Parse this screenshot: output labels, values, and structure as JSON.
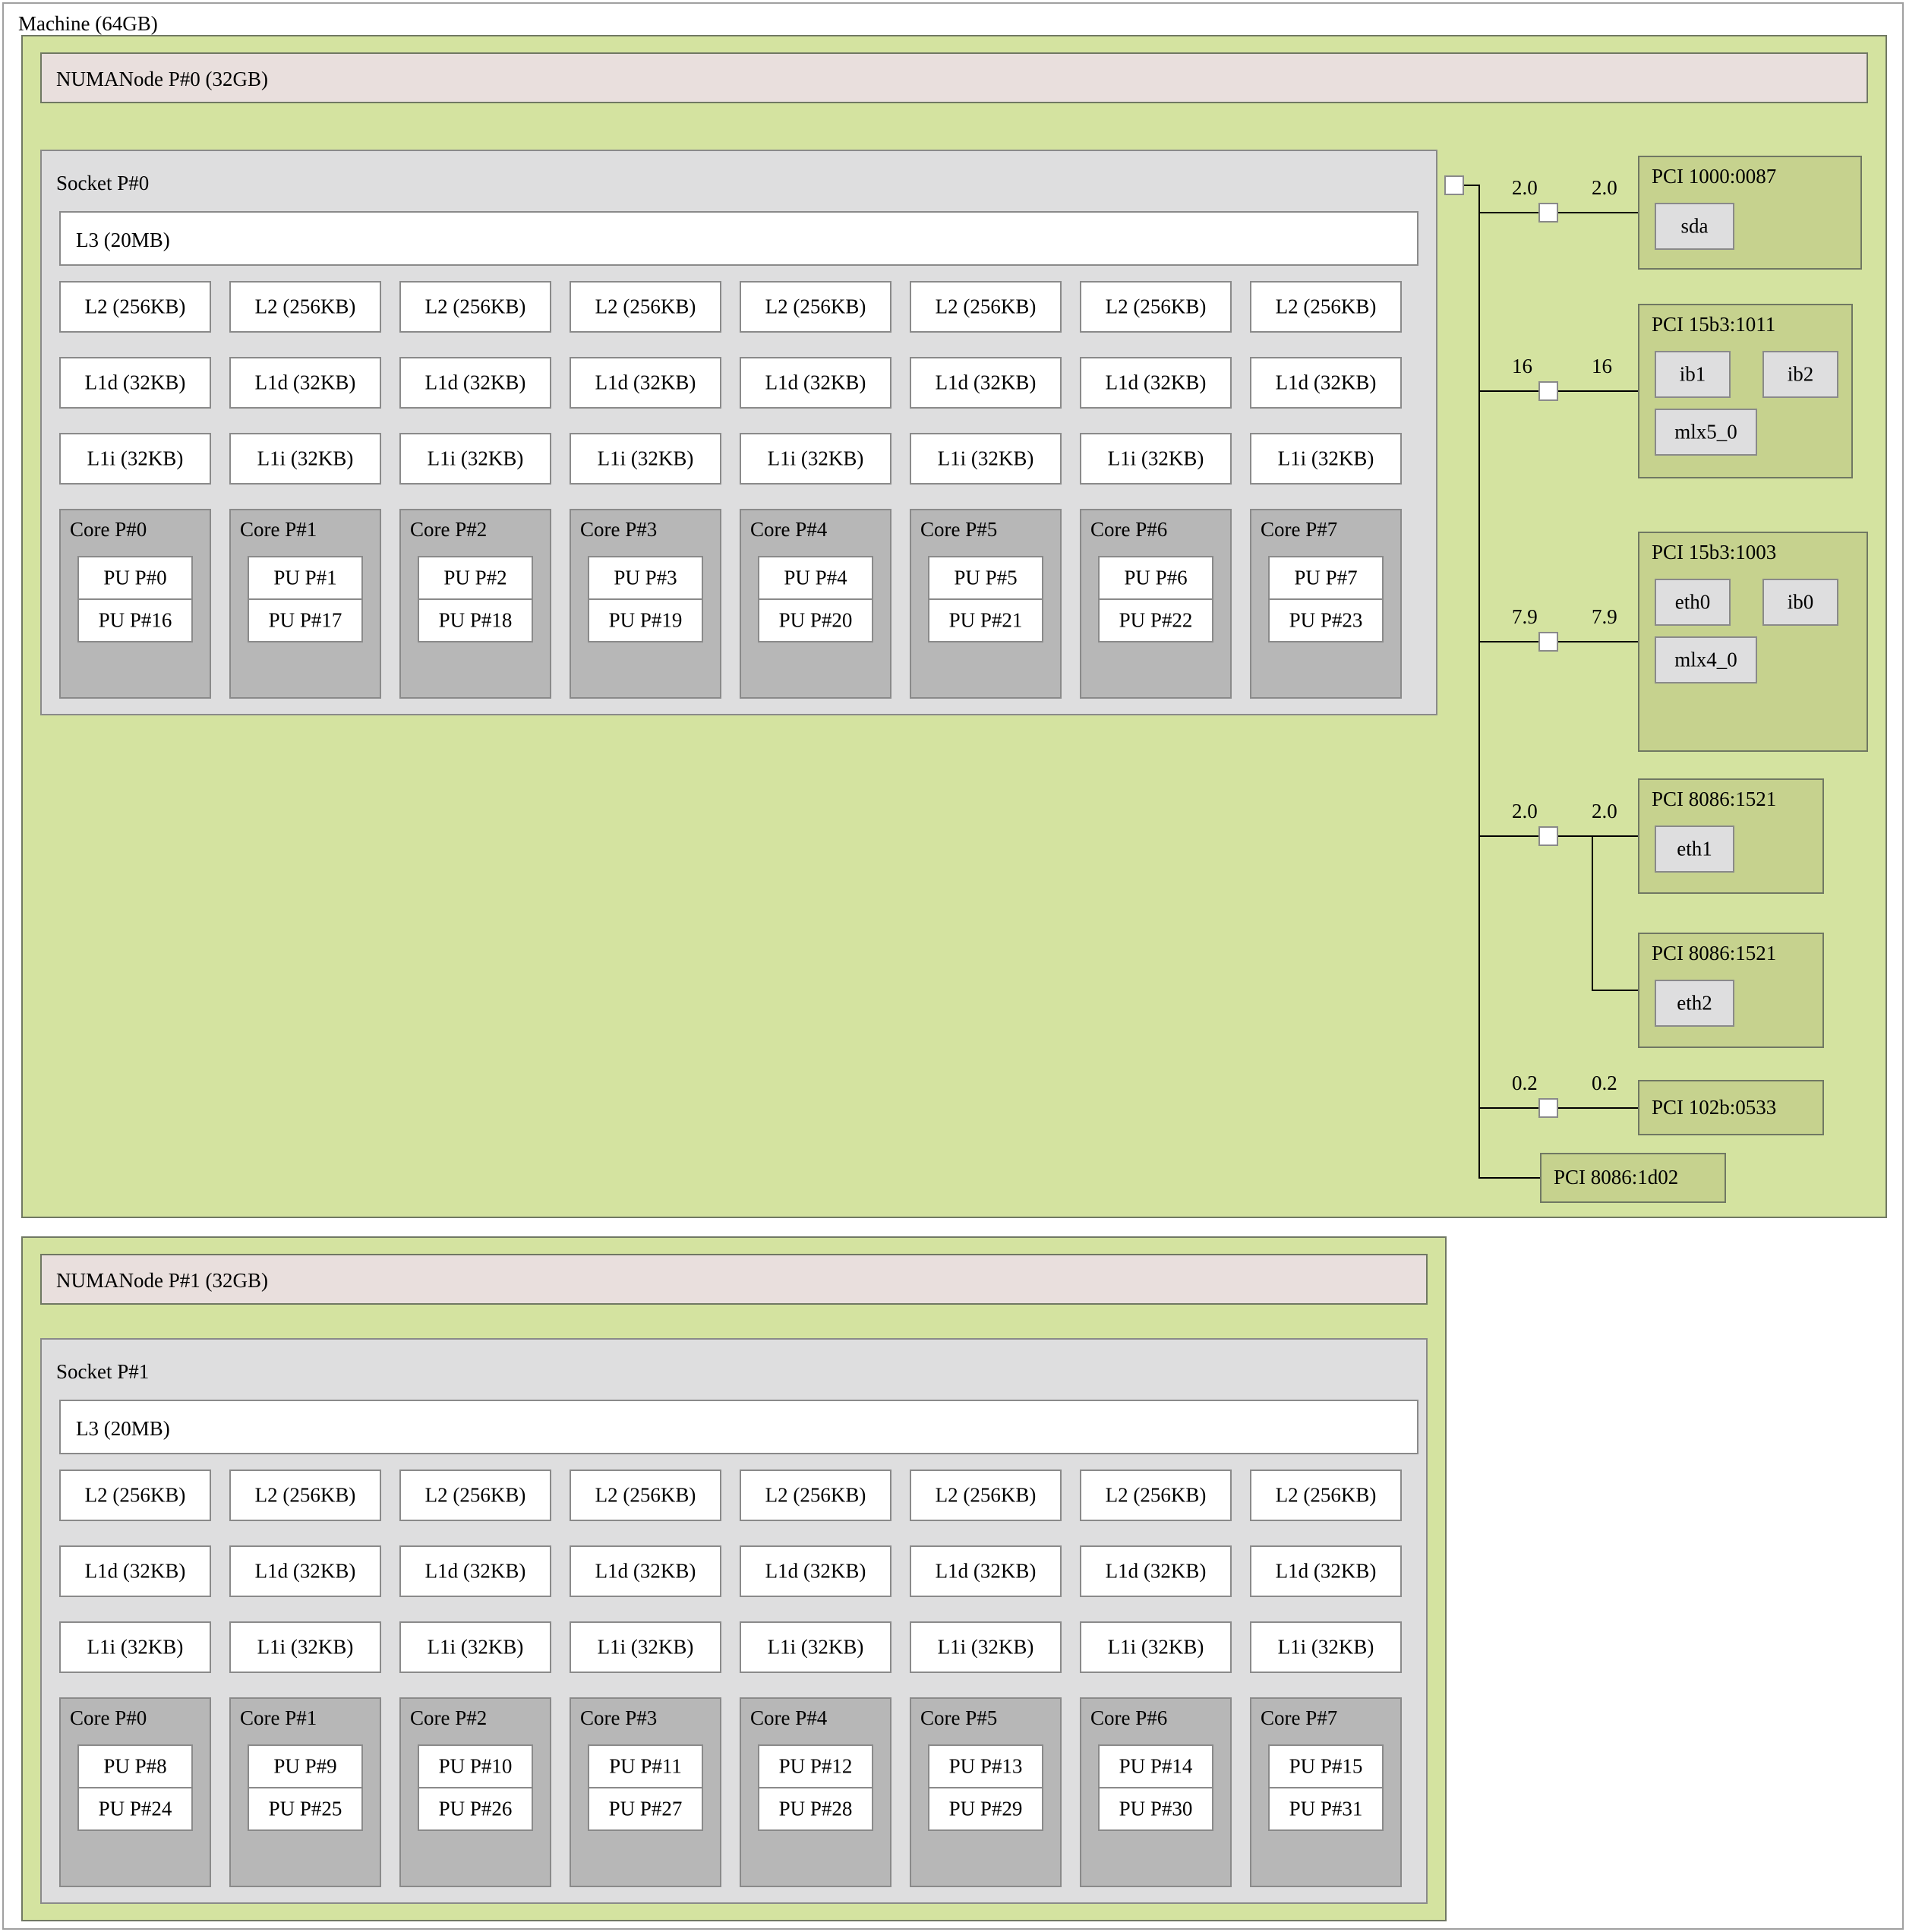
{
  "machine": {
    "label": "Machine (64GB)"
  },
  "colors": {
    "green_node": "#d4e3a0",
    "numa_memory": "#e9dfdd",
    "socket": "#dededf",
    "cache": "#ffffff",
    "core": "#b7b7b7",
    "pci": "#c6d28e",
    "osdev": "#dededf",
    "border": "#707863"
  },
  "nodes": [
    {
      "numa_label": "NUMANode P#0 (32GB)",
      "socket_label": "Socket P#0",
      "l3_label": "L3 (20MB)",
      "l2_label": "L2 (256KB)",
      "l1d_label": "L1d (32KB)",
      "l1i_label": "L1i (32KB)",
      "cores": [
        {
          "label": "Core P#0",
          "pus": [
            "PU P#0",
            "PU P#16"
          ]
        },
        {
          "label": "Core P#1",
          "pus": [
            "PU P#1",
            "PU P#17"
          ]
        },
        {
          "label": "Core P#2",
          "pus": [
            "PU P#2",
            "PU P#18"
          ]
        },
        {
          "label": "Core P#3",
          "pus": [
            "PU P#3",
            "PU P#19"
          ]
        },
        {
          "label": "Core P#4",
          "pus": [
            "PU P#4",
            "PU P#20"
          ]
        },
        {
          "label": "Core P#5",
          "pus": [
            "PU P#5",
            "PU P#21"
          ]
        },
        {
          "label": "Core P#6",
          "pus": [
            "PU P#6",
            "PU P#22"
          ]
        },
        {
          "label": "Core P#7",
          "pus": [
            "PU P#7",
            "PU P#23"
          ]
        }
      ]
    },
    {
      "numa_label": "NUMANode P#1 (32GB)",
      "socket_label": "Socket P#1",
      "l3_label": "L3 (20MB)",
      "l2_label": "L2 (256KB)",
      "l1d_label": "L1d (32KB)",
      "l1i_label": "L1i (32KB)",
      "cores": [
        {
          "label": "Core P#0",
          "pus": [
            "PU P#8",
            "PU P#24"
          ]
        },
        {
          "label": "Core P#1",
          "pus": [
            "PU P#9",
            "PU P#25"
          ]
        },
        {
          "label": "Core P#2",
          "pus": [
            "PU P#10",
            "PU P#26"
          ]
        },
        {
          "label": "Core P#3",
          "pus": [
            "PU P#11",
            "PU P#27"
          ]
        },
        {
          "label": "Core P#4",
          "pus": [
            "PU P#12",
            "PU P#28"
          ]
        },
        {
          "label": "Core P#5",
          "pus": [
            "PU P#13",
            "PU P#29"
          ]
        },
        {
          "label": "Core P#6",
          "pus": [
            "PU P#14",
            "PU P#30"
          ]
        },
        {
          "label": "Core P#7",
          "pus": [
            "PU P#15",
            "PU P#31"
          ]
        }
      ]
    }
  ],
  "io": {
    "links": [
      {
        "left_speed": "2.0",
        "right_speed": "2.0"
      },
      {
        "left_speed": "16",
        "right_speed": "16"
      },
      {
        "left_speed": "7.9",
        "right_speed": "7.9"
      },
      {
        "left_speed": "2.0",
        "right_speed": "2.0"
      },
      {
        "left_speed": "0.2",
        "right_speed": "0.2"
      }
    ],
    "branch_speed": "2.0",
    "devices": [
      {
        "label": "PCI 1000:0087",
        "children": [
          "sda"
        ]
      },
      {
        "label": "PCI 15b3:1011",
        "children": [
          "ib1",
          "ib2",
          "mlx5_0"
        ]
      },
      {
        "label": "PCI 15b3:1003",
        "children": [
          "eth0",
          "ib0",
          "mlx4_0"
        ]
      },
      {
        "label": "PCI 8086:1521",
        "children": [
          "eth1"
        ]
      },
      {
        "label": "PCI 8086:1521",
        "children": [
          "eth2"
        ]
      },
      {
        "label": "PCI 102b:0533",
        "children": []
      },
      {
        "label": "PCI 8086:1d02",
        "children": []
      }
    ]
  }
}
